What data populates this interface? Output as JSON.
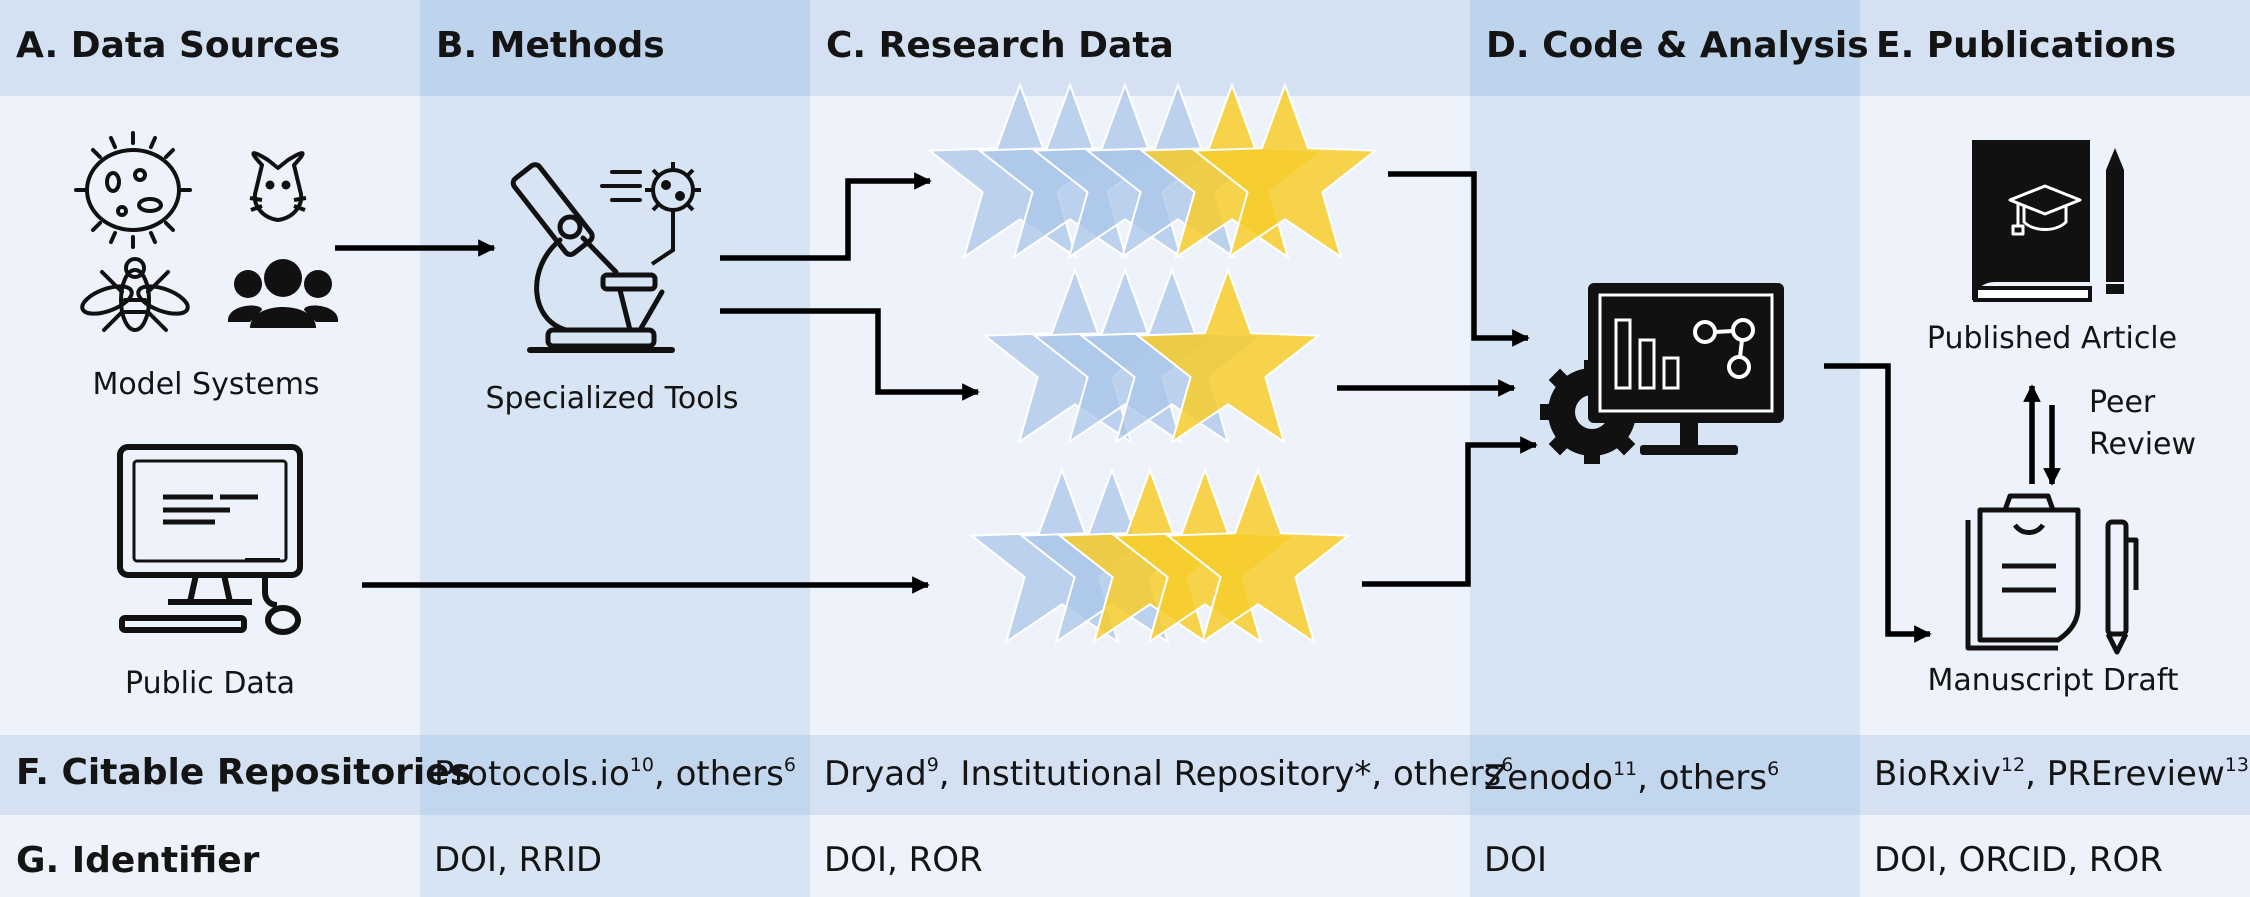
{
  "colors": {
    "page_bg": "#eef3fb",
    "header_band": "#d3e1f3",
    "header_band_dark": "#bed3ec",
    "column_band": "#d7e4f4",
    "row_band": "#c9dcf0",
    "blue_star": "#a9c6e8",
    "yellow_star": "#f7cd2a",
    "icon": "#111111"
  },
  "columns": {
    "a": "A. Data Sources",
    "b": "B. Methods",
    "c": "C. Research Data",
    "d": "D. Code & Analysis",
    "e": "E. Publications"
  },
  "labels": {
    "model_systems": "Model Systems",
    "public_data": "Public Data",
    "specialized_tools": "Specialized Tools",
    "published_article": "Published Article",
    "peer_review_line1": "Peer",
    "peer_review_line2": "Review",
    "manuscript_draft": "Manuscript Draft"
  },
  "rows": {
    "repositories": {
      "label": "F. Citable Repositories",
      "methods": {
        "name": "Protocols.io",
        "ref": "10",
        "rest": ", others",
        "rest_ref": "6"
      },
      "research": {
        "name": "Dryad",
        "ref": "9",
        "mid": ", Institutional Repository*, others",
        "rest_ref": "6"
      },
      "code": {
        "name": "Zenodo",
        "ref": "11",
        "rest": ", others",
        "rest_ref": "6"
      },
      "pubs": {
        "name": "BioRxiv",
        "ref": "12",
        "mid": ", PREreview",
        "rest_ref": "13"
      }
    },
    "identifier": {
      "label": "G. Identifier",
      "methods": "DOI, RRID",
      "research": "DOI, ROR",
      "code": "DOI",
      "pubs": "DOI, ORCID, ROR"
    }
  },
  "icons": [
    "bacterium-icon",
    "mouse-icon",
    "fly-icon",
    "people-icon",
    "computer-icon",
    "microscope-icon",
    "virus-icon",
    "star-icon",
    "analysis-monitor-icon",
    "gear-icon",
    "book-icon",
    "graduation-cap-icon",
    "pencil-icon",
    "clipboard-icon",
    "pen-icon",
    "arrow-icon"
  ]
}
